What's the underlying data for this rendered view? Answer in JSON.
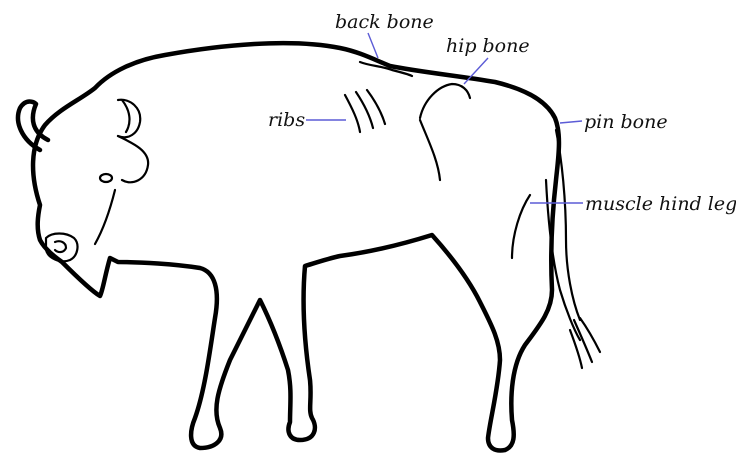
{
  "diagram": {
    "labels": {
      "back_bone": "back bone",
      "hip_bone": "hip bone",
      "ribs": "ribs",
      "pin_bone": "pin bone",
      "muscle_hind_leg": "muscle hind leg"
    },
    "colors": {
      "outline": "#000000",
      "leader_line": "#5b5bd6",
      "label_text": "#111111",
      "background": "#ffffff"
    }
  }
}
